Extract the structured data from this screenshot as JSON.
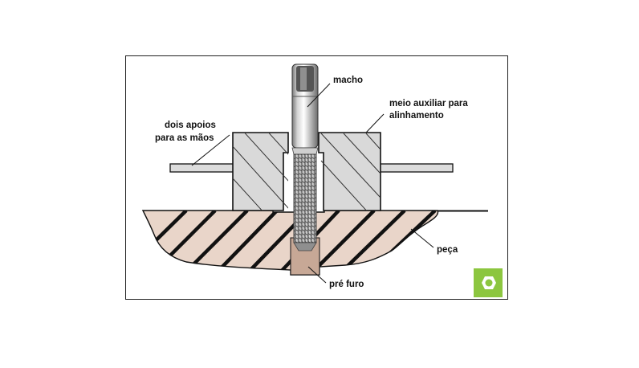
{
  "labels": {
    "tap": "macho",
    "alignment_line1": "meio auxiliar para",
    "alignment_line2": "alinhamento",
    "handles_line1": "dois apoios",
    "handles_line2": "para  as mãos",
    "workpiece": "peça",
    "pilot_hole": "pré furo"
  },
  "icons": {
    "corner_logo": "hexagon-nut-icon"
  },
  "colors": {
    "workpiece_fill": "#e9d5c9",
    "block_fill": "#d9d9d9",
    "outline": "#111111",
    "logo_green": "#8cc63f"
  }
}
